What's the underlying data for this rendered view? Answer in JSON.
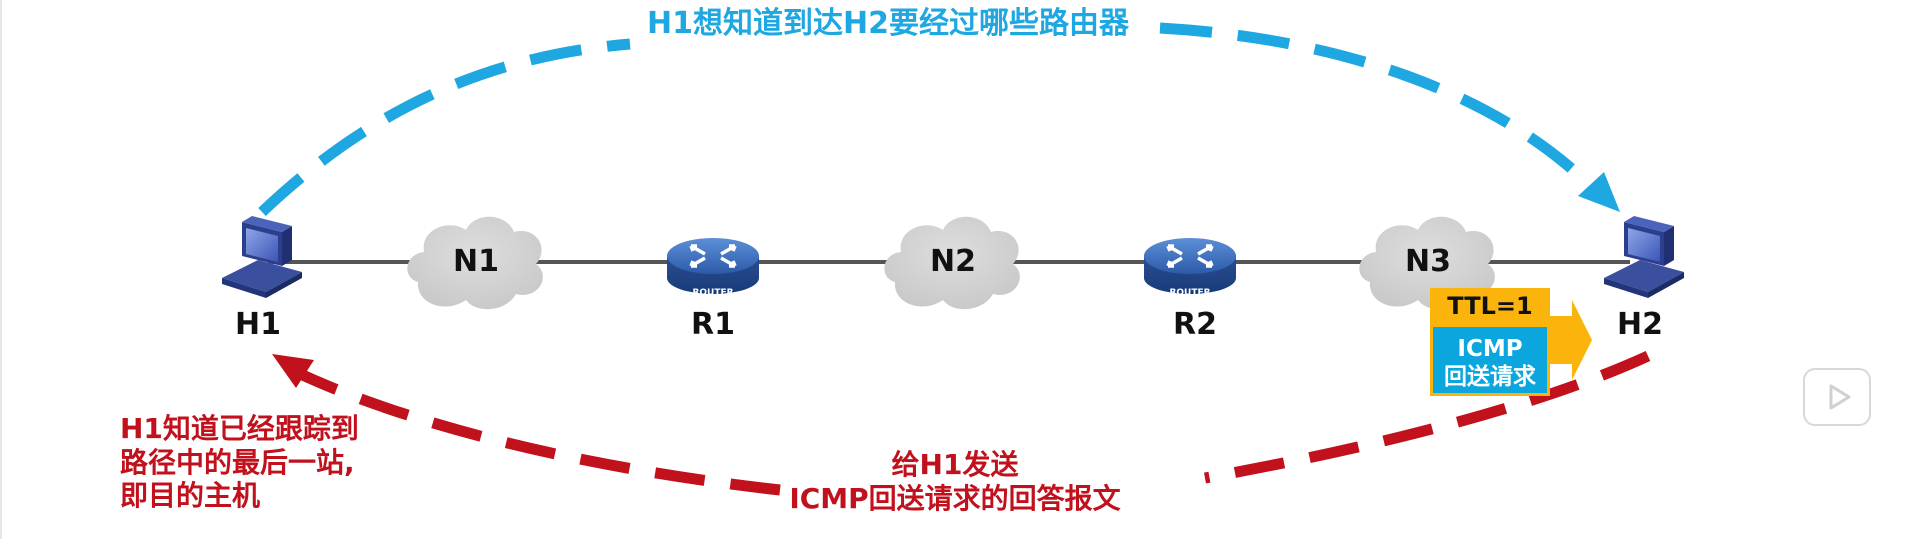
{
  "diagram": {
    "title_question": "H1想知道到达H2要经过哪些路由器",
    "hosts": [
      {
        "id": "h1",
        "label": "H1"
      },
      {
        "id": "h2",
        "label": "H2"
      }
    ],
    "routers": [
      {
        "id": "r1",
        "label": "R1",
        "badge": "ROUTER"
      },
      {
        "id": "r2",
        "label": "R2",
        "badge": "ROUTER"
      }
    ],
    "networks": [
      {
        "id": "n1",
        "label": "N1"
      },
      {
        "id": "n2",
        "label": "N2"
      },
      {
        "id": "n3",
        "label": "N3"
      }
    ],
    "packet": {
      "ttl": "TTL=1",
      "type_line1": "ICMP",
      "type_line2": "回送请求"
    },
    "reply_text": {
      "line1": "给H1发送",
      "line2": "ICMP回送请求的回答报文"
    },
    "conclusion": {
      "line1": "H1知道已经跟踪到",
      "line2": "路径中的最后一站,",
      "line3": "即目的主机"
    },
    "colors": {
      "blue_arrow": "#1ea7e1",
      "red_arrow": "#c0111d",
      "ttl_bg": "#fbb40b",
      "icmp_bg": "#0aa6dd",
      "cloud": "#d2d2d2",
      "router": "#2c5aa8",
      "link": "#555555"
    },
    "icons": {
      "host": "computer-icon",
      "router": "router-icon",
      "network": "cloud-icon",
      "player": "play-icon"
    }
  }
}
